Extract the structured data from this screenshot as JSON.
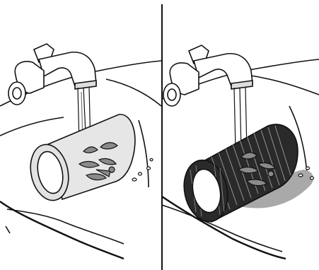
{
  "panels": [
    {
      "state": "plain-filter",
      "colors": {
        "filter_shell": "#e6e6e6",
        "filter_edge": "#d9d9d9",
        "water_splash": "#8a8a8a"
      }
    },
    {
      "state": "pleated-filter",
      "colors": {
        "filter_pleats": "#2a2a2a",
        "shadow": "#a9a9a9",
        "water_splash": "#8a8a8a"
      }
    }
  ],
  "icons": [
    "faucet-icon",
    "sink-basin",
    "water-stream",
    "cylindrical-filter",
    "water-droplets"
  ]
}
